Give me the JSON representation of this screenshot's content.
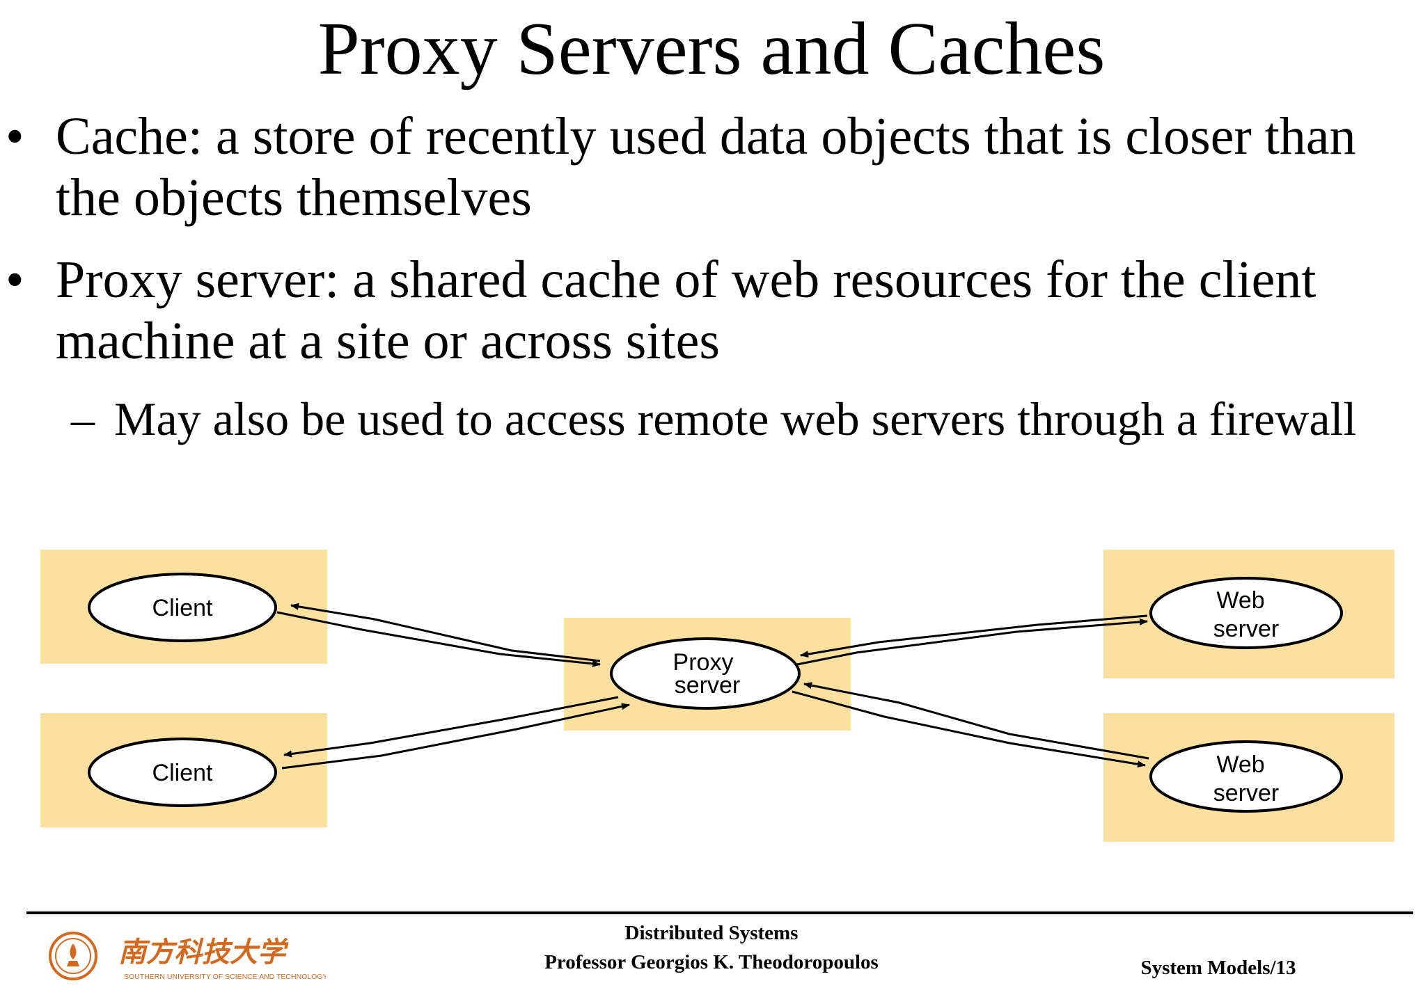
{
  "title": "Proxy Servers and Caches",
  "bullets": [
    {
      "mark": "•",
      "text": "Cache: a store of recently used data objects that is closer than the objects themselves"
    },
    {
      "mark": "•",
      "text": "Proxy server: a shared cache of web resources for the client machine at a site or across sites"
    }
  ],
  "sub_bullet": {
    "mark": "–",
    "text": "May also be used to access remote web servers through a firewall"
  },
  "diagram": {
    "client1": "Client",
    "client2": "Client",
    "proxy_line1": "Proxy",
    "proxy_line2": "server",
    "web1_line1": "Web",
    "web1_line2": "server",
    "web2_line1": "Web",
    "web2_line2": "server",
    "box_color": "#fce0a0",
    "ellipse_stroke": "#000000"
  },
  "footer": {
    "course": "Distributed Systems",
    "professor": "Professor  Georgios K. Theodoropoulos",
    "page": "System Models/13",
    "logo_cn": "南方科技大学",
    "logo_en": "SOUTHERN UNIVERSITY OF SCIENCE AND TECHNOLOGY",
    "logo_color": "#d2691e"
  }
}
